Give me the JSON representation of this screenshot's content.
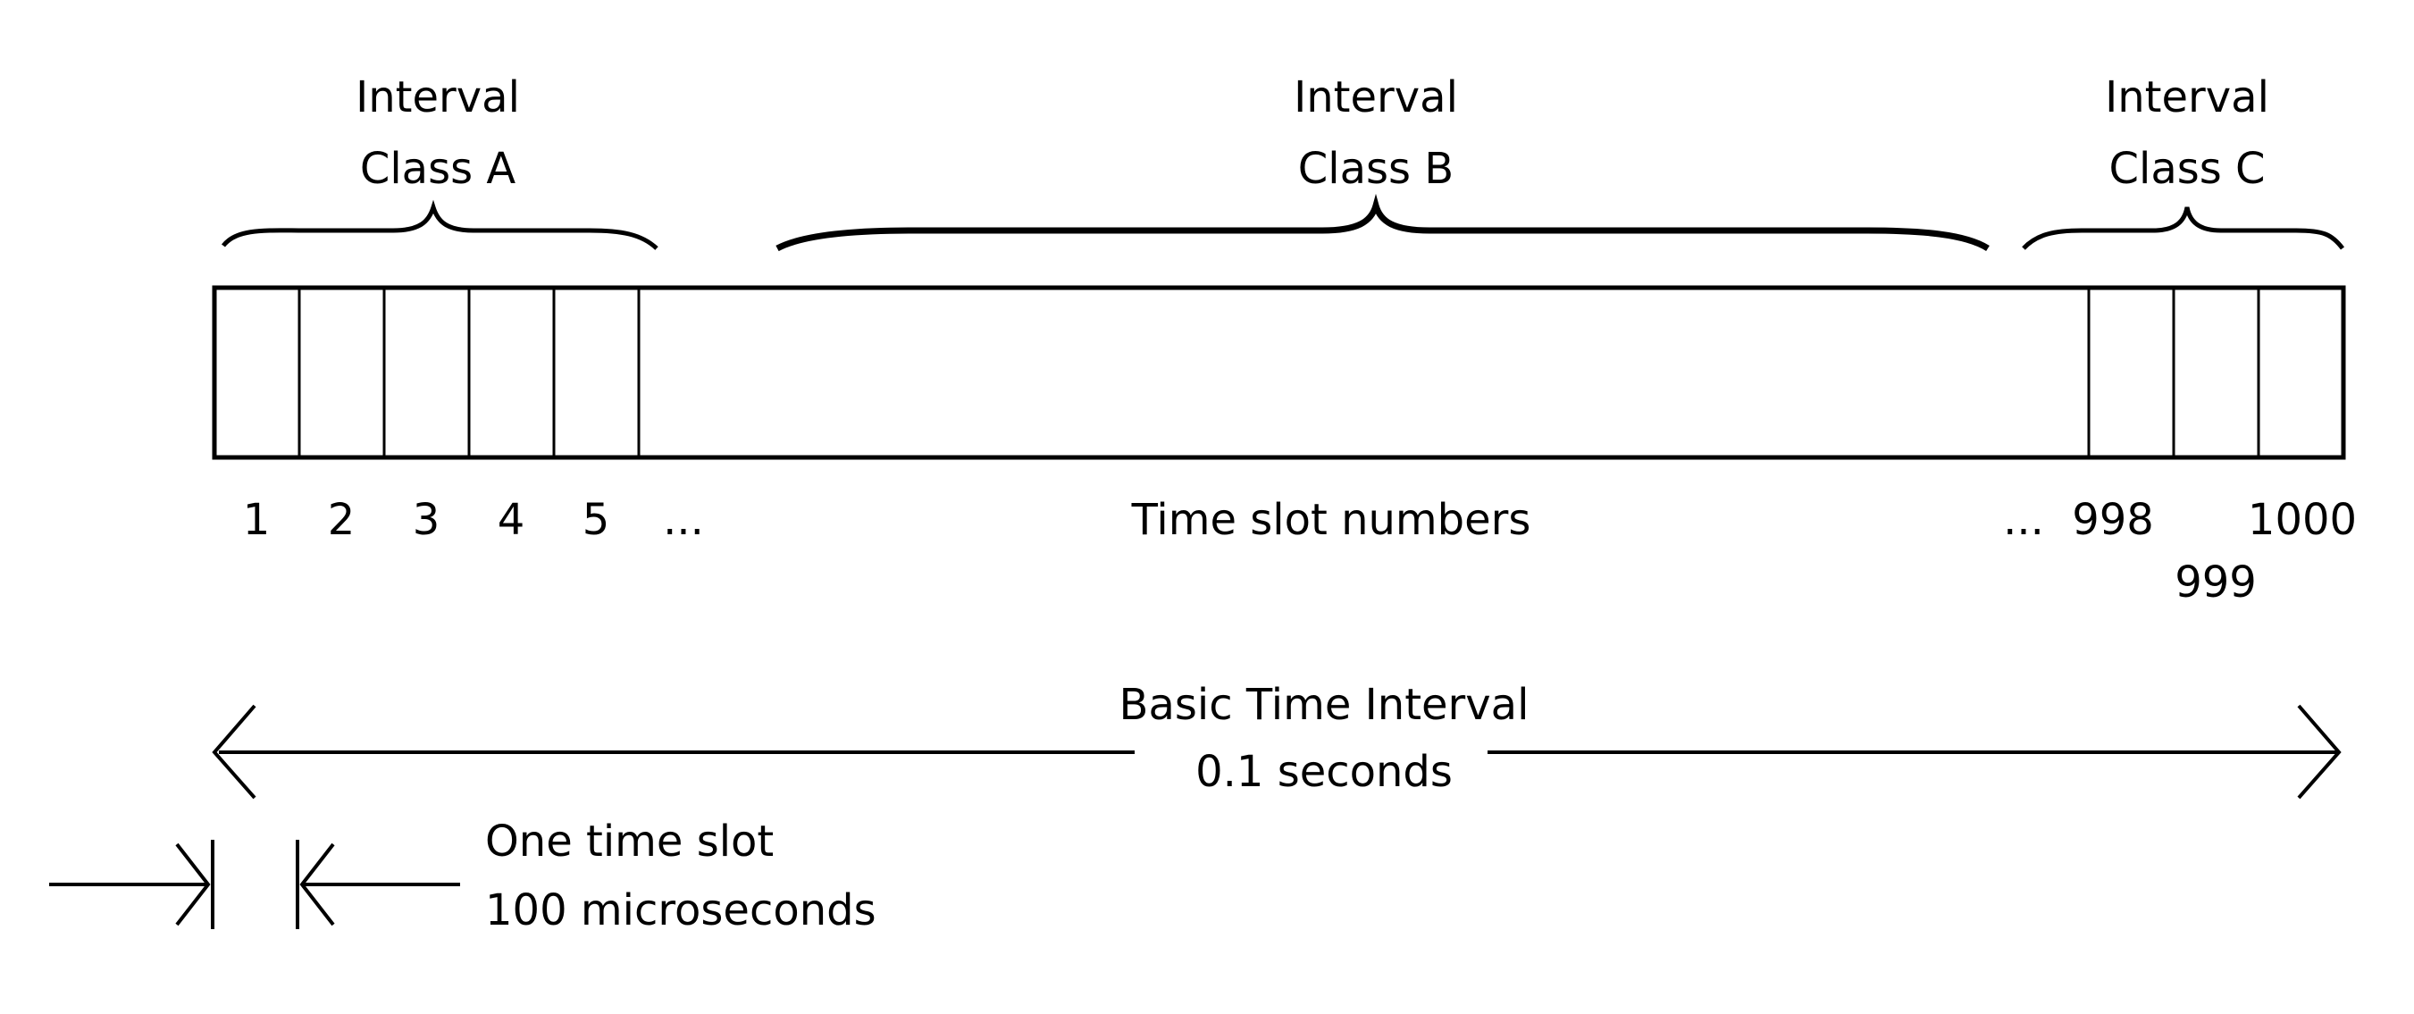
{
  "interval_classes": [
    {
      "line1": "Interval",
      "line2": "Class A"
    },
    {
      "line1": "Interval",
      "line2": "Class B"
    },
    {
      "line1": "Interval",
      "line2": "Class C"
    }
  ],
  "slot_numbers": {
    "left": [
      "1",
      "2",
      "3",
      "4",
      "5"
    ],
    "ellipsis_left": "...",
    "center_label": "Time slot numbers",
    "ellipsis_right": "...",
    "right": [
      "998",
      "999",
      "1000"
    ]
  },
  "basic_interval": {
    "line1": "Basic Time Interval",
    "line2": "0.1 seconds"
  },
  "time_slot": {
    "line1": "One time slot",
    "line2": "100 microseconds"
  }
}
